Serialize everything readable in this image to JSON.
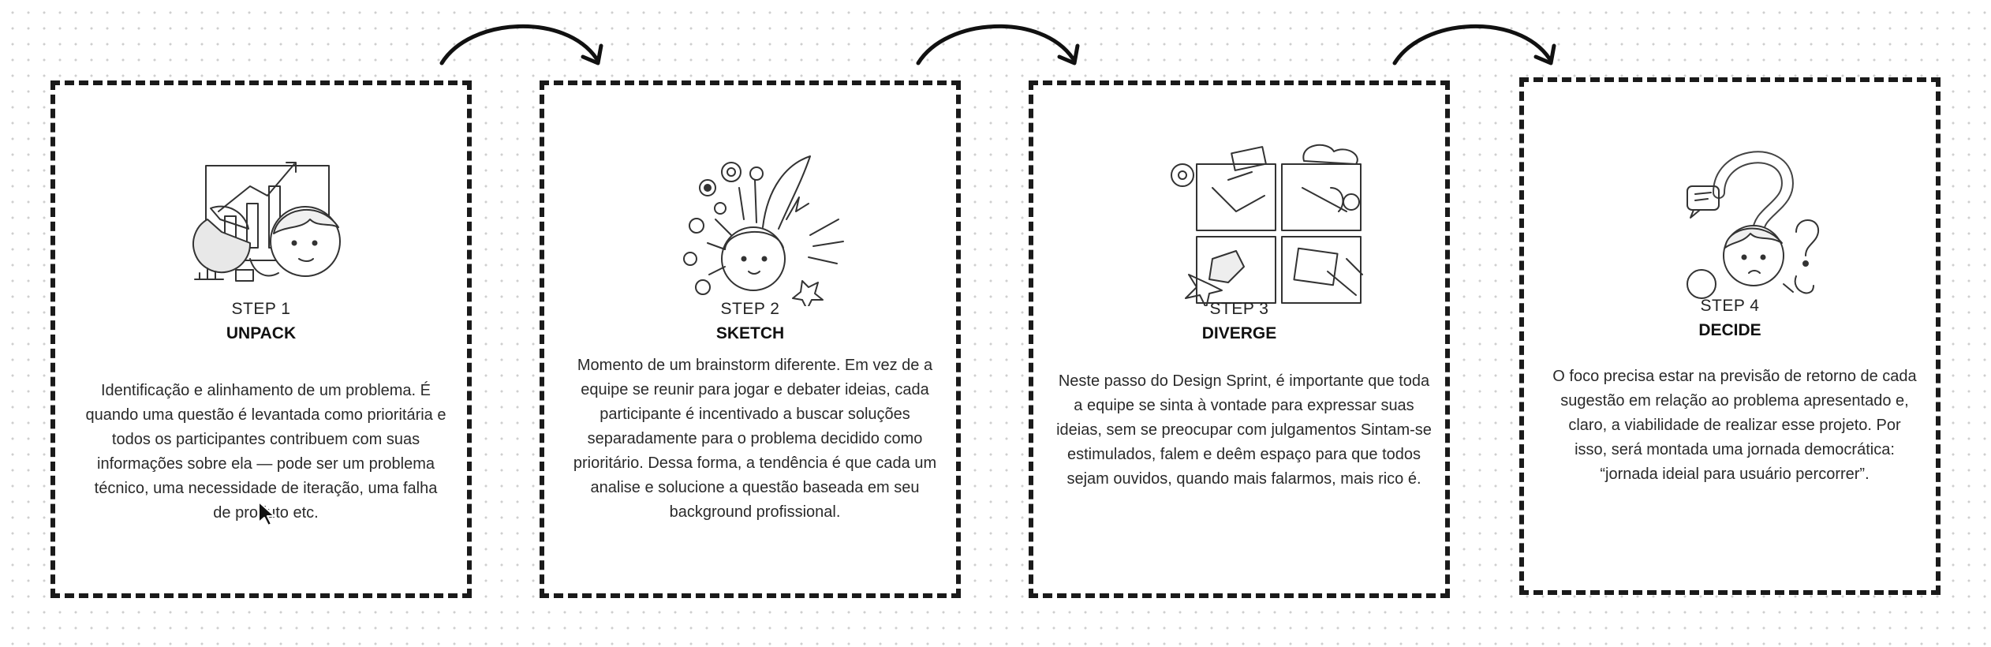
{
  "steps": [
    {
      "label": "STEP 1",
      "title": "UNPACK",
      "description": "Identificação e alinhamento de um problema. É quando uma questão é levantada como prioritária e todos os participantes contribuem com suas informações sobre ela — pode ser um problema técnico, uma necessidade de iteração, uma falha de produto etc.",
      "illustration": "chart-person-illustration"
    },
    {
      "label": "STEP 2",
      "title": "SKETCH",
      "description": "Momento de um brainstorm diferente. Em vez de a equipe se reunir para jogar e debater ideias, cada participante é incentivado a buscar soluções separadamente para o problema decidido como prioritário. Dessa forma, a tendência é que cada um analise e solucione a questão baseada em seu background profissional.",
      "illustration": "flowers-head-illustration"
    },
    {
      "label": "STEP 3",
      "title": "DIVERGE",
      "description": "Neste passo do Design Sprint, é importante que toda a equipe se sinta à vontade para expressar suas ideias, sem se preocupar com julgamentos Sintam-se estimulados, falem e deêm espaço para que todos sejam ouvidos, quando mais falarmos, mais rico é.",
      "illustration": "collaboration-grid-illustration"
    },
    {
      "label": "STEP 4",
      "title": "DECIDE",
      "description": "O foco precisa estar na previsão de retorno de cada sugestão em relação ao problema apresentado e, claro, a viabilidade de realizar esse projeto. Por isso, será montada uma jornada democrática: “jornada ideial para usuário percorrer”.",
      "illustration": "question-mark-person-illustration"
    }
  ],
  "connectors": [
    "curved-arrow-icon",
    "curved-arrow-icon",
    "curved-arrow-icon"
  ],
  "cursor": "mouse-pointer-icon",
  "colors": {
    "background": "#ffffff",
    "grid_dot": "#cfcfcf",
    "border": "#1a1a1a",
    "text": "#2a2a2a"
  }
}
